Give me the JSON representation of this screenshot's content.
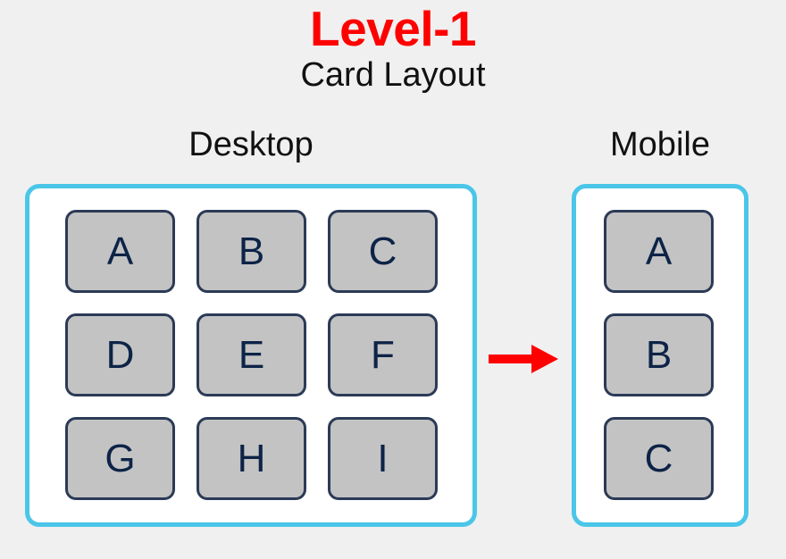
{
  "header": {
    "title": "Level-1",
    "subtitle": "Card Layout",
    "title_color": "#ff0000",
    "subtitle_color": "#111111"
  },
  "background_color": "#f0f0f0",
  "panels": {
    "desktop": {
      "label": "Desktop",
      "border_color": "#4ac6e8",
      "fill_color": "#ffffff",
      "columns": 3,
      "rows": 3,
      "cards": [
        "A",
        "B",
        "C",
        "D",
        "E",
        "F",
        "G",
        "H",
        "I"
      ]
    },
    "mobile": {
      "label": "Mobile",
      "border_color": "#4ac6e8",
      "fill_color": "#ffffff",
      "columns": 1,
      "rows": 3,
      "cards": [
        "A",
        "B",
        "C"
      ]
    }
  },
  "card_style": {
    "fill_color": "#c3c3c3",
    "border_color": "#2b3a56",
    "text_color": "#0d2347"
  },
  "arrow": {
    "name": "right-arrow",
    "direction": "right",
    "color": "#ff0000"
  }
}
